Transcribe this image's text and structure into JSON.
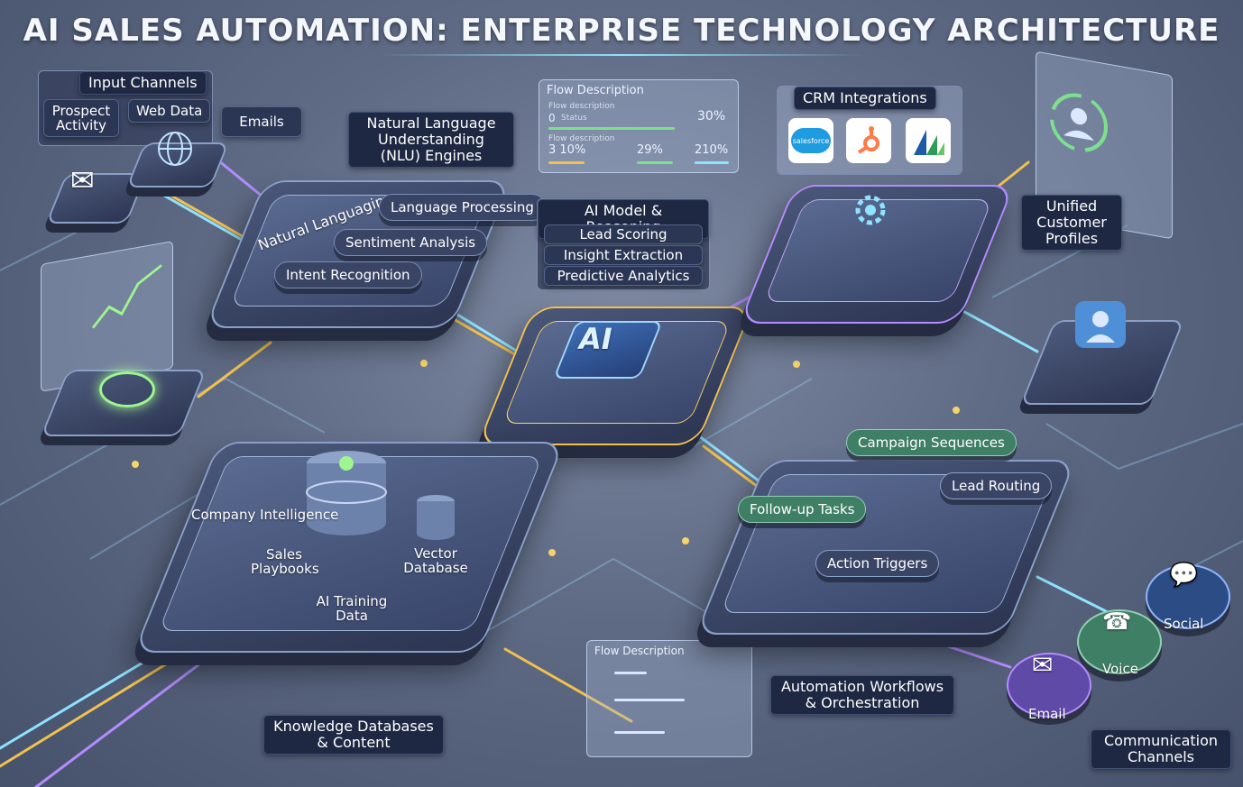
{
  "title": "AI SALES AUTOMATION: ENTERPRISE TECHNOLOGY ARCHITECTURE",
  "input_channels": {
    "label": "Input Channels",
    "items": [
      "Prospect Activity",
      "Web Data",
      "Emails"
    ]
  },
  "nlu": {
    "label": "Natural Language Understanding (NLU) Engines",
    "platform_text": "Natural Languaging",
    "modules": [
      "Language Processing",
      "Sentiment Analysis",
      "Intent Recognition"
    ]
  },
  "flow_card_top": {
    "header": "Flow Description",
    "row1_caption": "Flow description",
    "row1_left": "0",
    "row1_sub": "Status",
    "row1_value": "30%",
    "row2_caption": "Flow description",
    "row2_values": [
      "3 10%",
      "29%",
      "210%"
    ]
  },
  "ai_model": {
    "label": "AI Model & Reasoning",
    "items": [
      "Lead Scoring",
      "Insight Extraction",
      "Predictive Analytics"
    ],
    "chip": "AI"
  },
  "crm": {
    "label": "CRM Integrations",
    "logos": [
      "salesforce",
      "hubspot-icon",
      "dynamics-icon"
    ],
    "salesforce_text": "salesforce"
  },
  "profiles": {
    "label": "Unified Customer Profiles"
  },
  "knowledge": {
    "label": "Knowledge Databases & Content",
    "items": [
      "Company Intelligence",
      "Sales Playbooks",
      "Vector Database",
      "AI Training Data"
    ]
  },
  "automation": {
    "label": "Automation Workflows & Orchestration",
    "modules": [
      "Campaign Sequences",
      "Lead Routing",
      "Follow-up Tasks",
      "Action Triggers"
    ]
  },
  "flow_card_bottom": {
    "header": "Flow Description"
  },
  "communication": {
    "label": "Communication Channels",
    "items": [
      "Social",
      "Voice",
      "Email"
    ]
  },
  "colors": {
    "background": "#5f6b85",
    "label_bg": "#1e2842",
    "accent_cyan": "#8fe3ff",
    "accent_gold": "#f2c14e",
    "accent_purple": "#b48cff",
    "module_green": "#3f7f66",
    "module_slate": "#3a4566"
  },
  "icons": [
    "envelope-icon",
    "globe-icon",
    "chart-icon",
    "gear-icon",
    "database-icon",
    "user-icon",
    "chat-icon",
    "phone-icon"
  ]
}
